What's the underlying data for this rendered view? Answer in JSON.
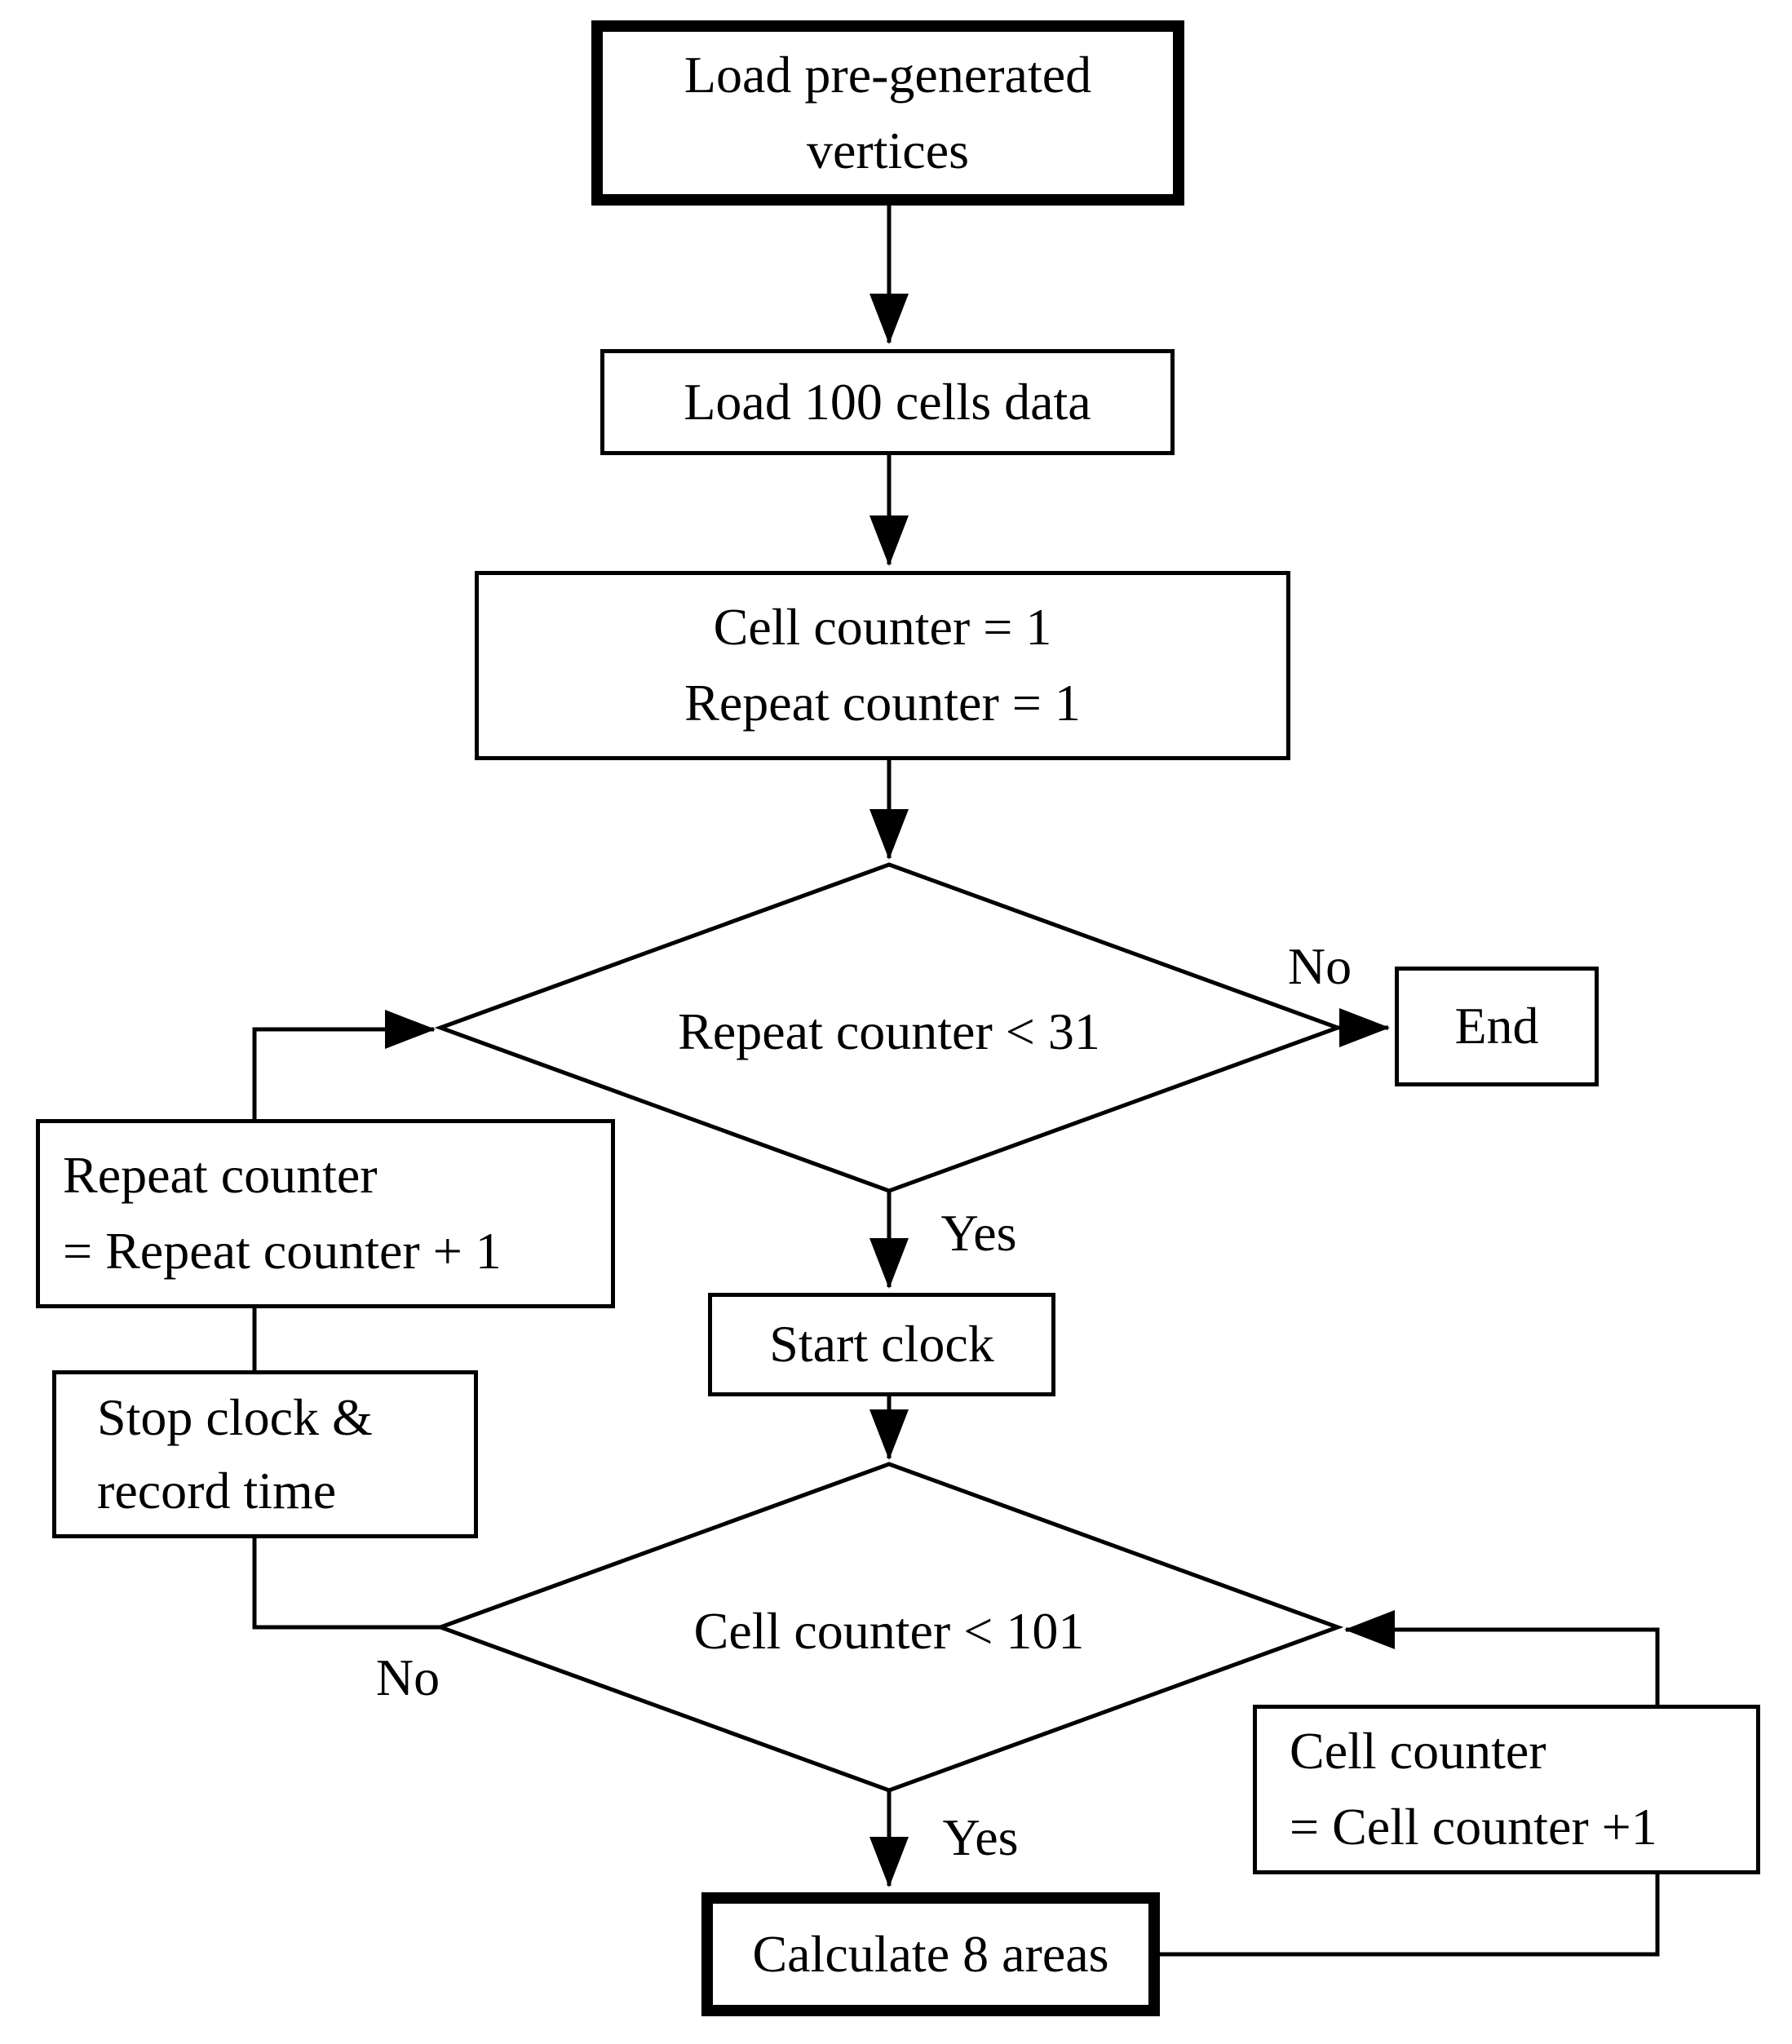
{
  "flowchart": {
    "colors": {
      "background": "#ffffff",
      "line": "#000000",
      "text": "#000000"
    },
    "nodes": {
      "load_vertices": {
        "text": "Load pre-generated\nvertices"
      },
      "load_cells": {
        "text": "Load 100 cells data"
      },
      "init_counters": {
        "text": "Cell counter = 1\nRepeat counter = 1"
      },
      "repeat_check": {
        "text": "Repeat counter < 31"
      },
      "end": {
        "text": "End"
      },
      "repeat_increment": {
        "text": "Repeat counter\n= Repeat counter + 1"
      },
      "stop_clock": {
        "text": "Stop clock &\nrecord time"
      },
      "start_clock": {
        "text": "Start clock"
      },
      "cell_check": {
        "text": "Cell counter < 101"
      },
      "cell_increment": {
        "text": "Cell counter\n= Cell counter +1"
      },
      "calculate_areas": {
        "text": "Calculate 8 areas"
      }
    },
    "edge_labels": {
      "repeat_no": "No",
      "repeat_yes": "Yes",
      "cell_no": "No",
      "cell_yes": "Yes"
    }
  }
}
